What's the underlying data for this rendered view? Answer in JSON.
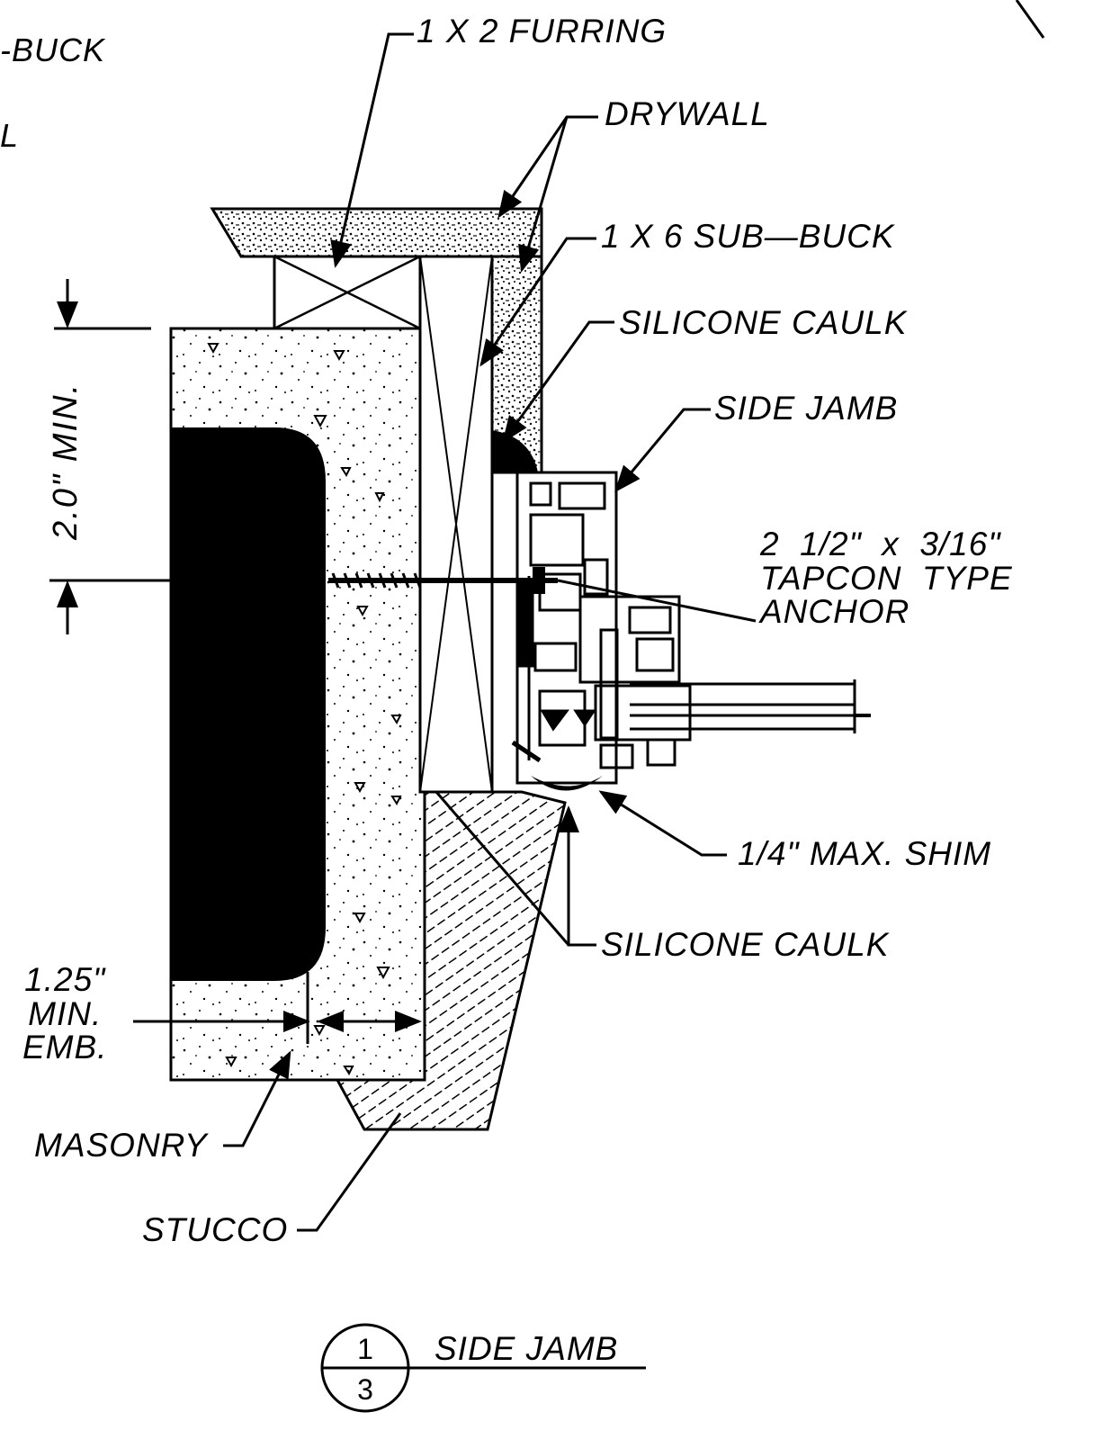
{
  "labels": {
    "buck_partial": "-BUCK",
    "l_partial": "L",
    "furring": "1  X  2  FURRING",
    "drywall": "DRYWALL",
    "sub_buck": "1  X  6  SUB—BUCK",
    "silicone_caulk_top": "SILICONE  CAULK",
    "side_jamb": "SIDE  JAMB",
    "anchor": "2  1/2\"  x  3/16\"\nTAPCON  TYPE\nANCHOR",
    "shim": "1/4\"  MAX.  SHIM",
    "silicone_caulk_bottom": "SILICONE  CAULK",
    "embedment": "1.25\"\nMIN.\nEMB.",
    "masonry": "MASONRY",
    "stucco": "STUCCO",
    "dimension": "2.0\"  MIN."
  },
  "detail_tag": {
    "number": "1",
    "sheet": "3",
    "title": "SIDE  JAMB"
  }
}
